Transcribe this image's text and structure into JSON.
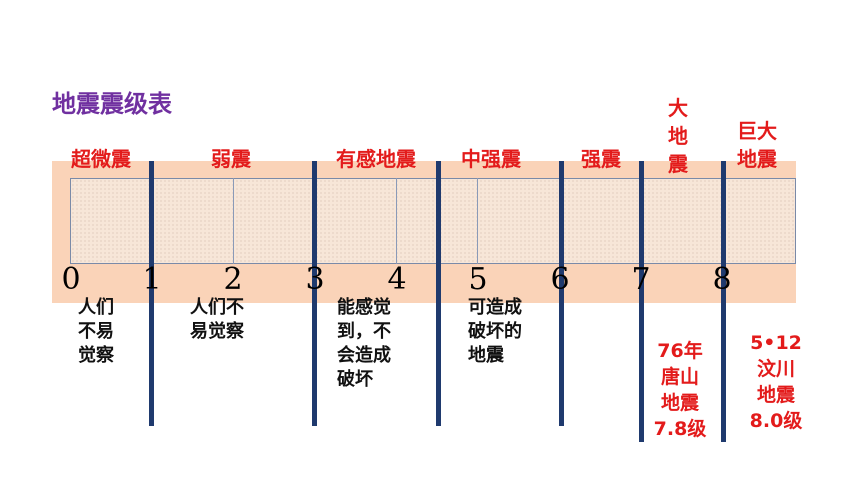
{
  "title": "地震震级表",
  "colors": {
    "title": "#7030a0",
    "level_label": "#e31b1b",
    "band_background": "#fad3b8",
    "divider": "#1f3a6e",
    "event_text": "#e31b1b"
  },
  "scale_numbers": [
    "0",
    "1",
    "2",
    "3",
    "4",
    "5",
    "6",
    "7",
    "8"
  ],
  "levels": [
    "超微震",
    "弱震",
    "有感地震",
    "中强震",
    "强震",
    "大\n地\n震",
    "巨大\n地震"
  ],
  "descriptions": [
    "人们\n不易\n觉察",
    "人们不\n易觉察",
    "能感觉\n到，不\n会造成\n破坏",
    "可造成\n破坏的\n地震"
  ],
  "events": [
    "76年\n唐山\n地震\n7.8级",
    "5•12\n汶川\n地震\n8.0级"
  ]
}
